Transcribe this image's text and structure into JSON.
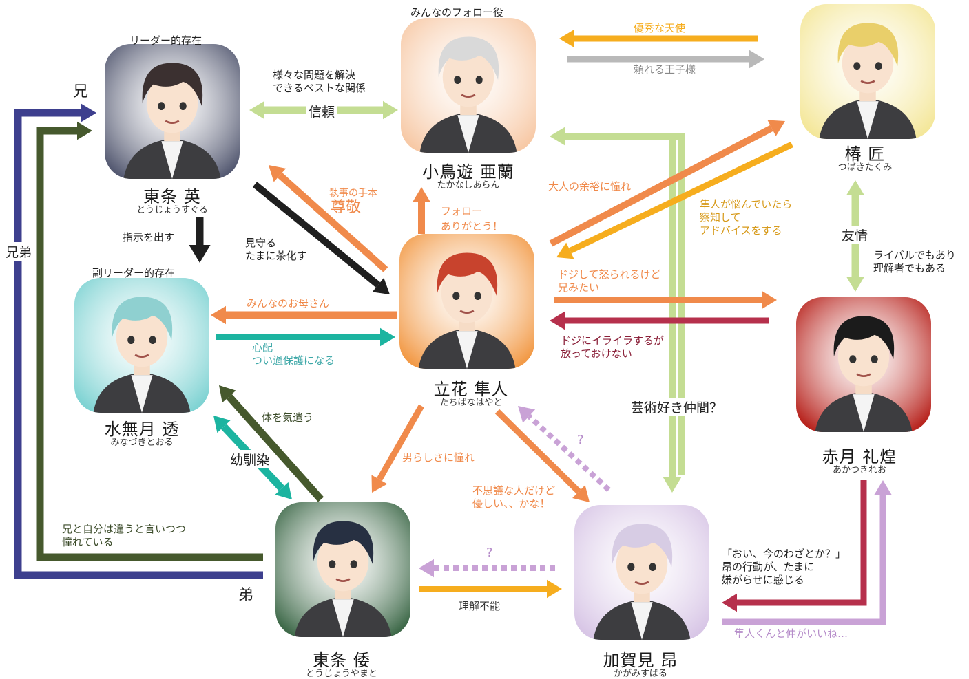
{
  "colors": {
    "orange": "#f08a4b",
    "yellow": "#f6ad1e",
    "gray": "#b9b9b9",
    "lightgreen": "#c4dd93",
    "darkgreen": "#46592d",
    "navy": "#3d3f8e",
    "teal": "#1cb4a0",
    "crimson": "#b6304c",
    "lavender": "#c9a2d6",
    "black": "#1f1f1f"
  },
  "characters": {
    "suguru": {
      "name": "東条 英",
      "kana": "とうじょうすぐる",
      "role": "リーダー的存在",
      "bg": "#555a72"
    },
    "toru": {
      "name": "水無月 透",
      "kana": "みなづきとおる",
      "role": "副リーダー的存在",
      "bg": "#7fd3d3"
    },
    "aran": {
      "name": "小鳥遊 亜蘭",
      "kana": "たかなしあらん",
      "role": "みんなのフォロー役",
      "bg": "#f7c9a6"
    },
    "hayato": {
      "name": "立花 隼人",
      "kana": "たちばなはやと",
      "bg": "#f29a47"
    },
    "takumi": {
      "name": "椿 匠",
      "kana": "つばきたくみ",
      "bg": "#f4e79a"
    },
    "reo": {
      "name": "赤月 礼煌",
      "kana": "あかつきれお",
      "bg": "#b8251f"
    },
    "yamato": {
      "name": "東条 倭",
      "kana": "とうじょうやまと",
      "bg": "#3f6a4a"
    },
    "subaru": {
      "name": "加賀見 昂",
      "kana": "かがみすばる",
      "bg": "#d8c6e6"
    }
  },
  "relations": {
    "ani": "兄",
    "otouto": "弟",
    "kyoudai": "兄弟",
    "shinrai_desc": "様々な問題を解決\nできるベストな関係",
    "shinrai": "信頼",
    "shiji": "指示を出す",
    "mimamoru": "見守る\nたまに茶化す",
    "sonkei_small": "執事の手本",
    "sonkei": "尊敬",
    "follow": "フォロー\nありがとう！",
    "okaasan": "みんなのお母さん",
    "shinpai": "心配\nつい過保護になる",
    "yuushu": "優秀な天使",
    "ouji": "頼れる王子様",
    "otona": "大人の余裕に憧れ",
    "advice": "隼人が悩んでいたら\n察知して\nアドバイスをする",
    "yuujou": "友情",
    "rival": "ライバルでもあり\n理解者でもある",
    "doji": "ドジして怒られるけど\n兄みたい",
    "iraira": "ドジにイライラするが\n放っておけない",
    "geijutsu": "芸術好き仲間？",
    "karada": "体を気遣う",
    "osananajimi": "幼馴染",
    "otokorashisa": "男らしさに憧れ",
    "fushigi": "不思議な人だけど\n優しい、、かな！",
    "q1": "?",
    "q2": "?",
    "rikai": "理解不能",
    "akogare": "兄と自分は違うと言いつつ\n憧れている",
    "waza": "「おい、今のわざとか？」\n昂の行動が、たまに\n嫌がらせに感じる",
    "nakayoshi": "隼人くんと仲がいいね…"
  }
}
